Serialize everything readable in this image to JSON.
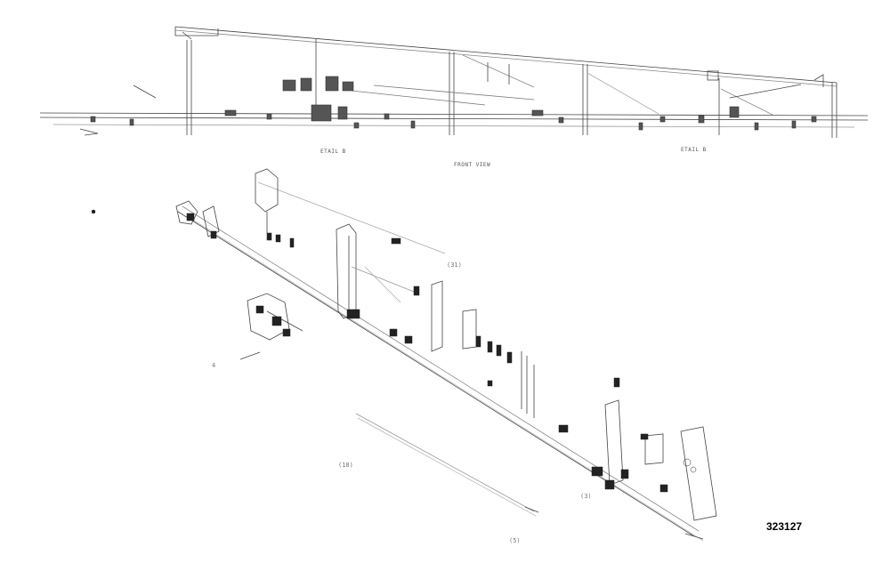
{
  "diagram": {
    "part_number": "323127",
    "front_view_label": "FRONT VIEW",
    "section_refs": [
      "ETAIL B",
      "ETAIL B"
    ],
    "callouts": [
      "(18)",
      "(5)",
      "(3)",
      "4",
      "(31)"
    ],
    "colors": {
      "line": "#333333",
      "light_line": "#9a9a9a",
      "background": "#ffffff"
    }
  }
}
